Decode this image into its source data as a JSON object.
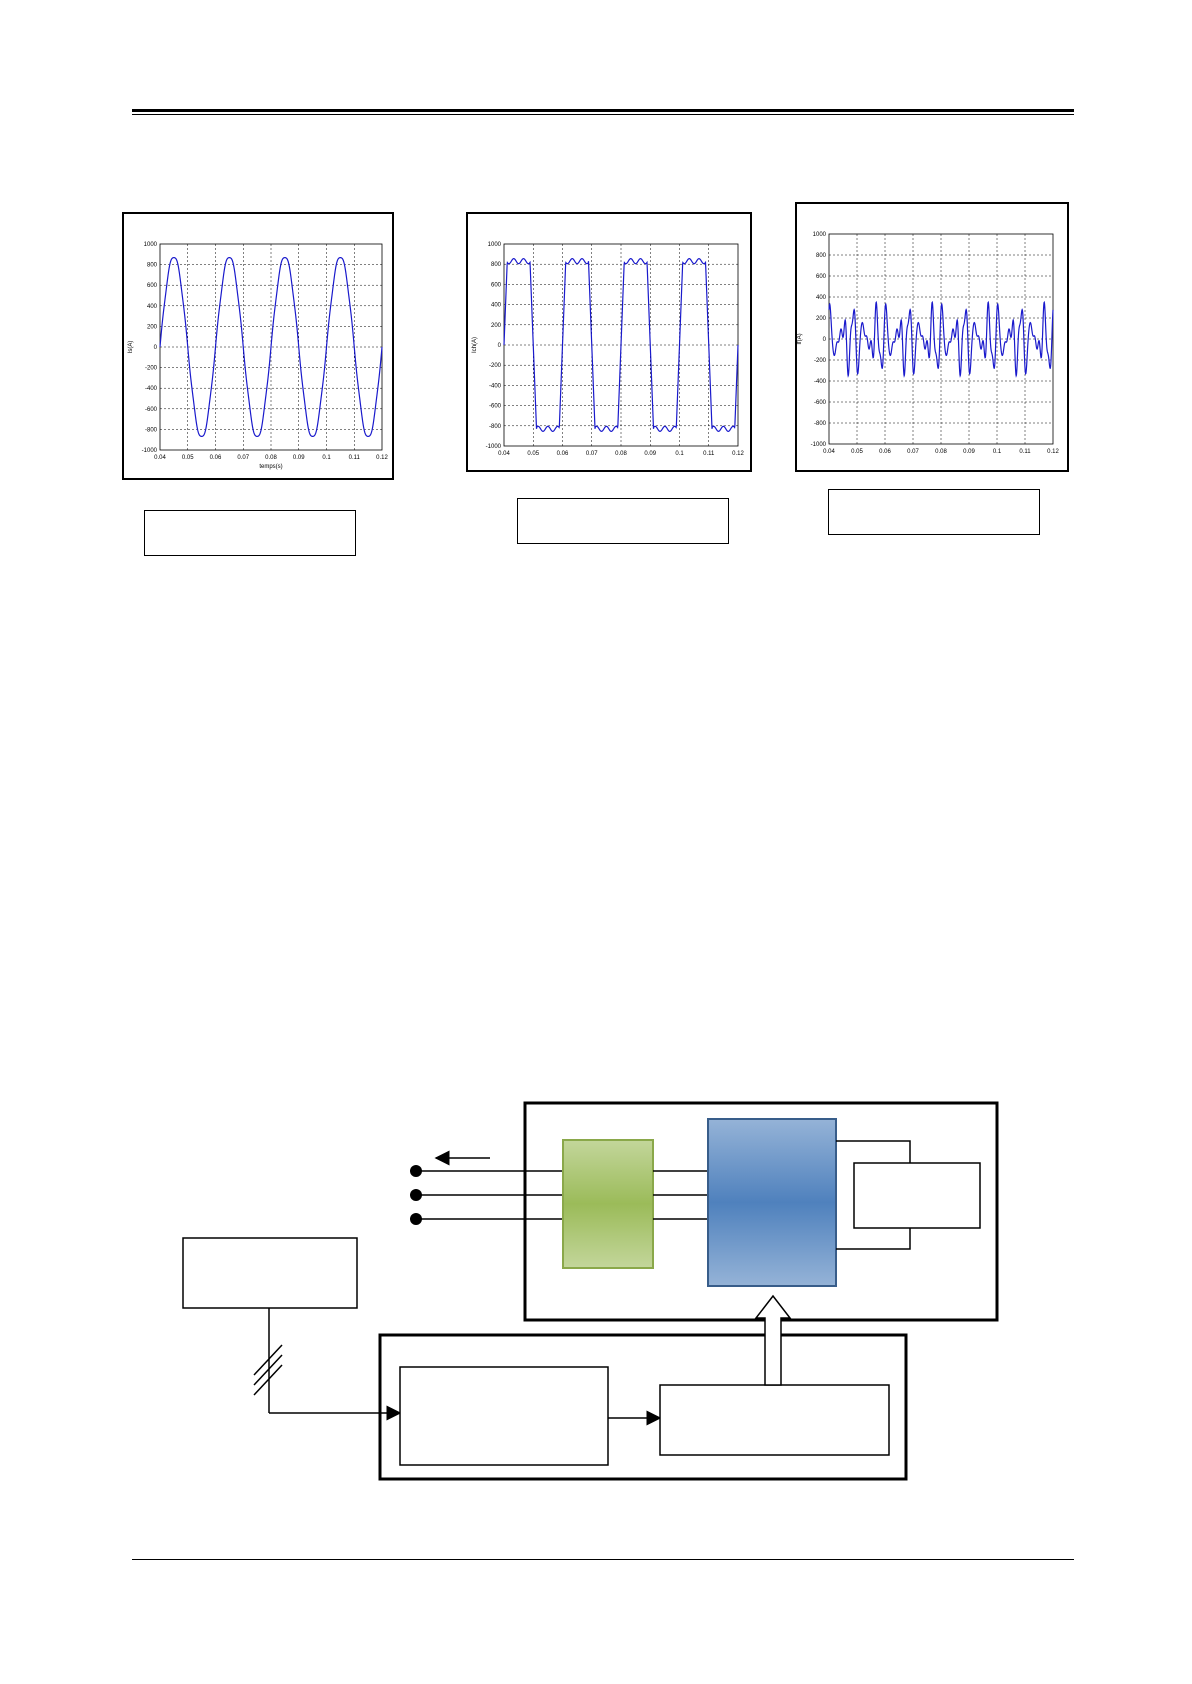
{
  "charts": {
    "chart_data": [
      {
        "type": "line",
        "ylabel": "Is(A)",
        "xlabel": "temps(s)",
        "xlim": [
          0.04,
          0.12
        ],
        "ylim": [
          -1000,
          1000
        ],
        "xticks": [
          "0.04",
          "0.05",
          "0.06",
          "0.07",
          "0.08",
          "0.09",
          "0.1",
          "0.11",
          "0.12"
        ],
        "yticks": [
          "1000",
          "800",
          "600",
          "400",
          "200",
          "0",
          "-200",
          "-400",
          "-600",
          "-800",
          "-1000"
        ],
        "grid": true,
        "series": [
          {
            "color": "#1a1acc",
            "shape": "sine",
            "amplitude": 880,
            "frequency_hz": 50,
            "start_x": 0.04,
            "start_y": 0
          }
        ]
      },
      {
        "type": "line",
        "ylabel": "Ich(A)",
        "xlim": [
          0.04,
          0.12
        ],
        "ylim": [
          -1000,
          1000
        ],
        "xticks": [
          "0.04",
          "0.05",
          "0.06",
          "0.07",
          "0.08",
          "0.09",
          "0.1",
          "0.11",
          "0.12"
        ],
        "yticks": [
          "1000",
          "800",
          "600",
          "400",
          "200",
          "0",
          "-200",
          "-400",
          "-600",
          "-800",
          "-1000"
        ],
        "grid": true,
        "series": [
          {
            "color": "#1a1acc",
            "shape": "six-step",
            "amplitude": 830,
            "frequency_hz": 50
          }
        ]
      },
      {
        "type": "line",
        "ylabel": "If(A)",
        "xlim": [
          0.04,
          0.12
        ],
        "ylim": [
          -1000,
          1000
        ],
        "xticks": [
          "0.04",
          "0.05",
          "0.06",
          "0.07",
          "0.08",
          "0.09",
          "0.1",
          "0.11",
          "0.12"
        ],
        "yticks": [
          "1000",
          "800",
          "600",
          "400",
          "200",
          "0",
          "-200",
          "-400",
          "-600",
          "-800",
          "-1000"
        ],
        "grid": true,
        "series": [
          {
            "color": "#1a1acc",
            "shape": "harmonic-ripple",
            "amplitude": 380,
            "frequency_hz": 50
          }
        ]
      }
    ]
  },
  "colors": {
    "trace": "#1a1acc",
    "green_block": "#9bbb59",
    "blue_block": "#4f81bd"
  }
}
